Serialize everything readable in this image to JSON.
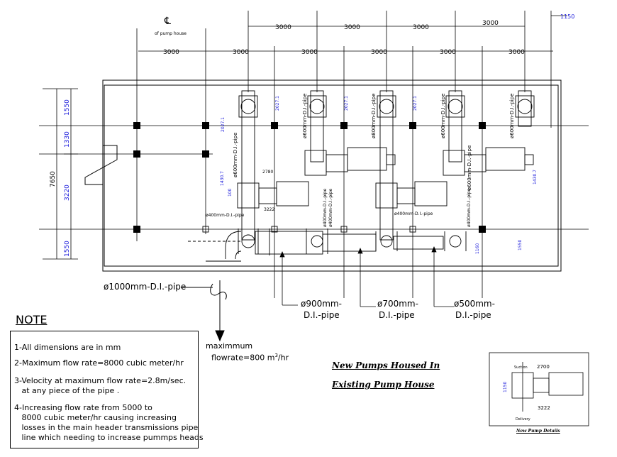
{
  "centerline": {
    "symbol": "℄",
    "caption": "of pump house"
  },
  "dims_top_row1": [
    "3000",
    "3000",
    "3000",
    "3000",
    "3000",
    "3000"
  ],
  "dims_top_row2": [
    "3000",
    "3000",
    "3000",
    "3000"
  ],
  "dim_right_top": "1150",
  "dims_left": [
    "1550",
    "1330",
    "3220",
    "1550"
  ],
  "dim_left_total": "7650",
  "small_dims": [
    "2027.1",
    "1430.7",
    "100",
    "2780",
    "3222",
    "1430.7",
    "2027.1",
    "2027.1",
    "2027.1",
    "1160",
    "1550"
  ],
  "pipe_labels_vertical": [
    "ø600mm-D.I.-pipe",
    "ø600mm-D.I.-pipe",
    "ø800mm-D.I.-pipe",
    "ø600mm-D.I.-pipe",
    "ø600mm-D.I.-pipe",
    "ø600mm-D.I.-pipe",
    "ø400mm-D.I.-pipe",
    "ø400mm-D.I.-pipe",
    "ø400mm-D.I.-pipe"
  ],
  "pipe_labels_small": [
    "ø400mm-D.I.-pipe",
    "ø400mm-D.I.-pipe"
  ],
  "callouts": {
    "main": "ø1000mm-D.I.-pipe",
    "p900_a": "ø900mm-",
    "p900_b": "D.I.-pipe",
    "p700_a": "ø700mm-",
    "p700_b": "D.I.-pipe",
    "p500_a": "ø500mm-",
    "p500_b": "D.I.-pipe"
  },
  "flow": {
    "line1": "maximmum",
    "line2": "flowrate=800 m",
    "sup": "3",
    "unit": "/hr"
  },
  "note": {
    "title": "NOTE",
    "items": [
      "1-All dimensions are in mm",
      "2-Maximum flow rate=8000 cubic meter/hr",
      "3-Velocity at maximum flow rate=2.8m/sec.",
      "   at any piece of the pipe .",
      "4-Increasing flow rate from 5000 to",
      "   8000 cubic meter/hr causing increasing",
      "   losses in the main header transmissions pipe",
      "   line which needing to increase pummps heads"
    ]
  },
  "title": {
    "line1": "New Pumps Housed In",
    "line2": "Existing Pump House"
  },
  "detail": {
    "dim1": "2700",
    "dim2": "3222",
    "dim3": "1150",
    "suction": "Suction",
    "delivery": "Delivery",
    "caption": "New Pump Details"
  }
}
